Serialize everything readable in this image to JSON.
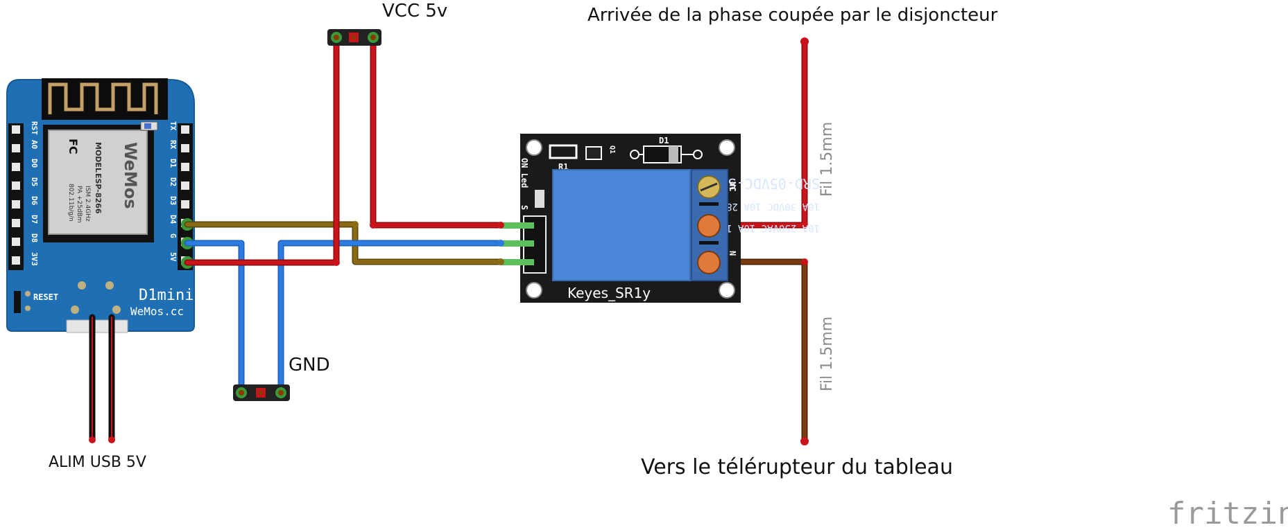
{
  "labels": {
    "vcc": "VCC 5v",
    "gnd": "GND",
    "alim": "ALIM USB 5V",
    "phase_in": "Arrivée de la phase coupée par le disjoncteur",
    "to_switch": "Vers le télérupteur du tableau",
    "wire_top": "Fil 1.5mm",
    "wire_bottom": "Fil 1.5mm",
    "fritzing": "fritzing"
  },
  "wemos": {
    "model_line1": "MODEL",
    "model_line2": "ESP-8266",
    "spec1": "ISM 2.4GHz",
    "spec2": "PA +25dBm",
    "spec3": "802.11b/g/n",
    "brand": "WeMos",
    "fcc": "FC",
    "reset": "RESET",
    "board": "D1mini",
    "site": "WeMos.cc",
    "left_pins": [
      "RST",
      "A0",
      "D0",
      "D5",
      "D6",
      "D7",
      "D8",
      "3V3"
    ],
    "right_pins": [
      "TX",
      "RX",
      "D1",
      "D2",
      "D3",
      "D4",
      "G",
      "5V"
    ]
  },
  "relay": {
    "name": "Keyes_SR1y",
    "model": "SRD-05VDC-SL-C",
    "rating1": "10A 30VDC 10A 28VDC",
    "rating2": "10A 250VAC 10A 125VAC",
    "d1": "D1",
    "r1": "R1",
    "q1": "Q1",
    "on_led": "ON_Led",
    "s": "S",
    "nc": "NC",
    "no": "N"
  },
  "colors": {
    "wemos_board": "#1f6fb5",
    "relay_board": "#1a1a1a",
    "relay_module": "#4a86d8",
    "wire_red": "#c8141a",
    "wire_blue": "#2c7be0",
    "wire_olive": "#8a6a14",
    "wire_brown": "#7a3a10",
    "wire_green": "#5cc05c"
  }
}
